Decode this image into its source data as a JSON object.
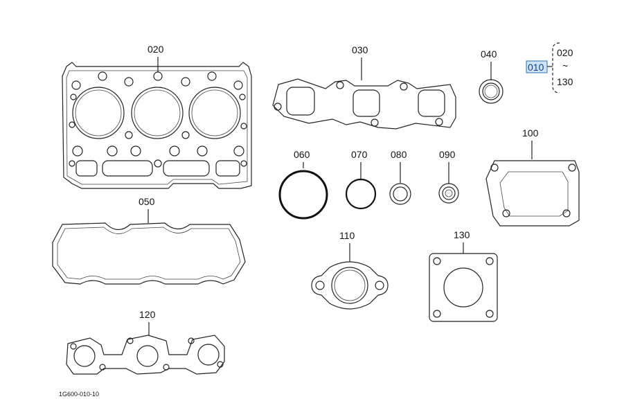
{
  "callouts": {
    "p020": "020",
    "p030": "030",
    "p040": "040",
    "p050": "050",
    "p060": "060",
    "p070": "070",
    "p080": "080",
    "p090": "090",
    "p100": "100",
    "p110": "110",
    "p120": "120",
    "p130": "130"
  },
  "kit": {
    "number": "010",
    "range_from": "020",
    "range_sep": "~",
    "range_to": "130"
  },
  "footer": {
    "code": "1G600-010-10"
  },
  "colors": {
    "highlight_fill": "#cfe3f7",
    "highlight_stroke": "#2d6fb8",
    "line": "#222222"
  }
}
